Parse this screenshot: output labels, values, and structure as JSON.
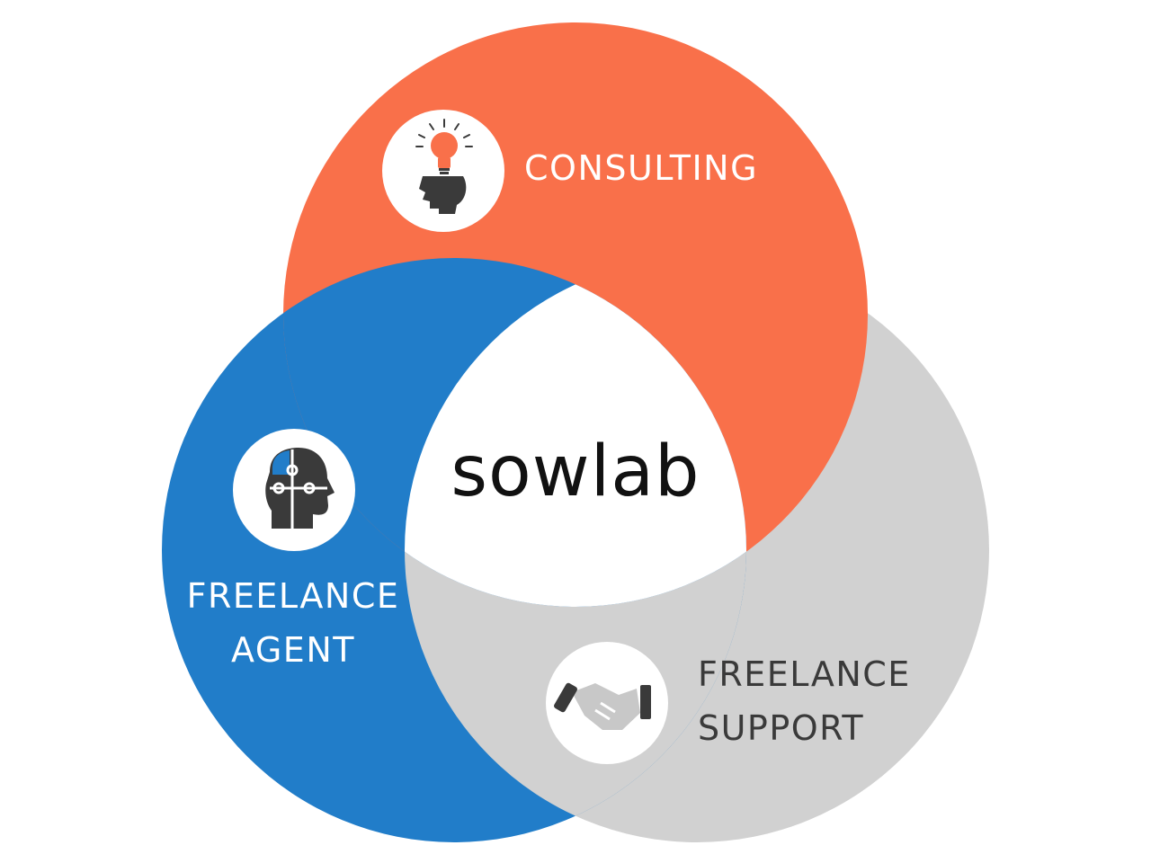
{
  "brand": {
    "name": "sowlab",
    "color": "#111111"
  },
  "circles": {
    "consulting": {
      "label": "CONSULTING",
      "color": "#f9704a",
      "text_color": "#ffffff",
      "icon": "lightbulb-head-icon"
    },
    "freelance_agent": {
      "label_lines": [
        "FREELANCE",
        "AGENT"
      ],
      "color": "#217dc9",
      "text_color": "#ffffff",
      "icon": "puzzle-head-icon"
    },
    "freelance_support": {
      "label_lines": [
        "FREELANCE",
        "SUPPORT"
      ],
      "color": "#d1d1d1",
      "text_color": "#3a3a3a",
      "icon": "handshake-icon"
    }
  },
  "center_color": "#ffffff"
}
